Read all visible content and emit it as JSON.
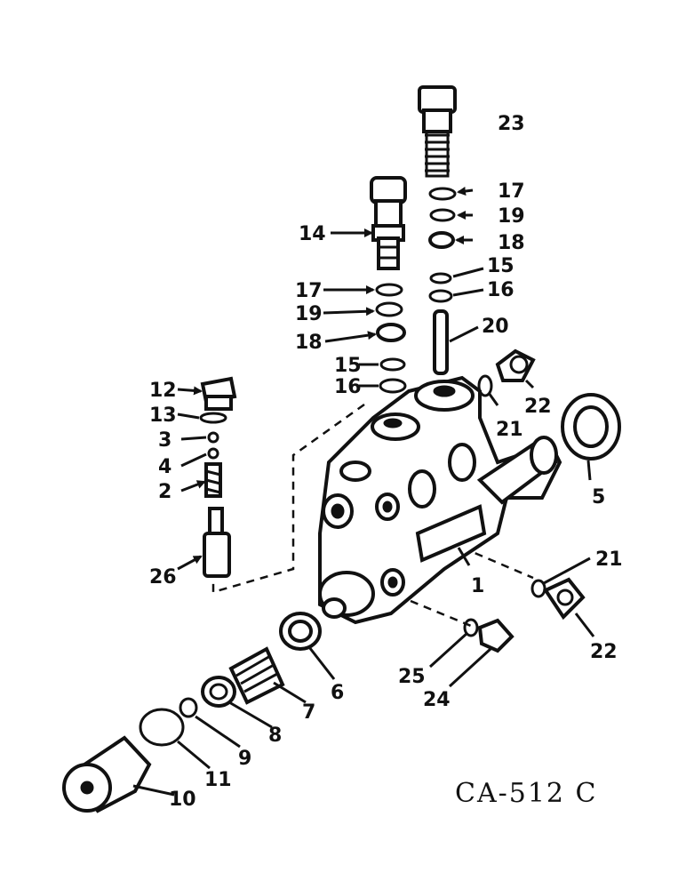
{
  "drawing_code": "CA-512 C",
  "callouts": {
    "n1": "1",
    "n2": "2",
    "n3": "3",
    "n4": "4",
    "n5": "5",
    "n6": "6",
    "n7": "7",
    "n8": "8",
    "n9": "9",
    "n10": "10",
    "n11": "11",
    "n12": "12",
    "n13": "13",
    "n14": "14",
    "n15a": "15",
    "n15b": "15",
    "n16a": "16",
    "n16b": "16",
    "n17a": "17",
    "n17b": "17",
    "n18a": "18",
    "n18b": "18",
    "n19a": "19",
    "n19b": "19",
    "n20": "20",
    "n21a": "21",
    "n21b": "21",
    "n22a": "22",
    "n22b": "22",
    "n23": "23",
    "n24": "24",
    "n25": "25",
    "n26": "26"
  }
}
